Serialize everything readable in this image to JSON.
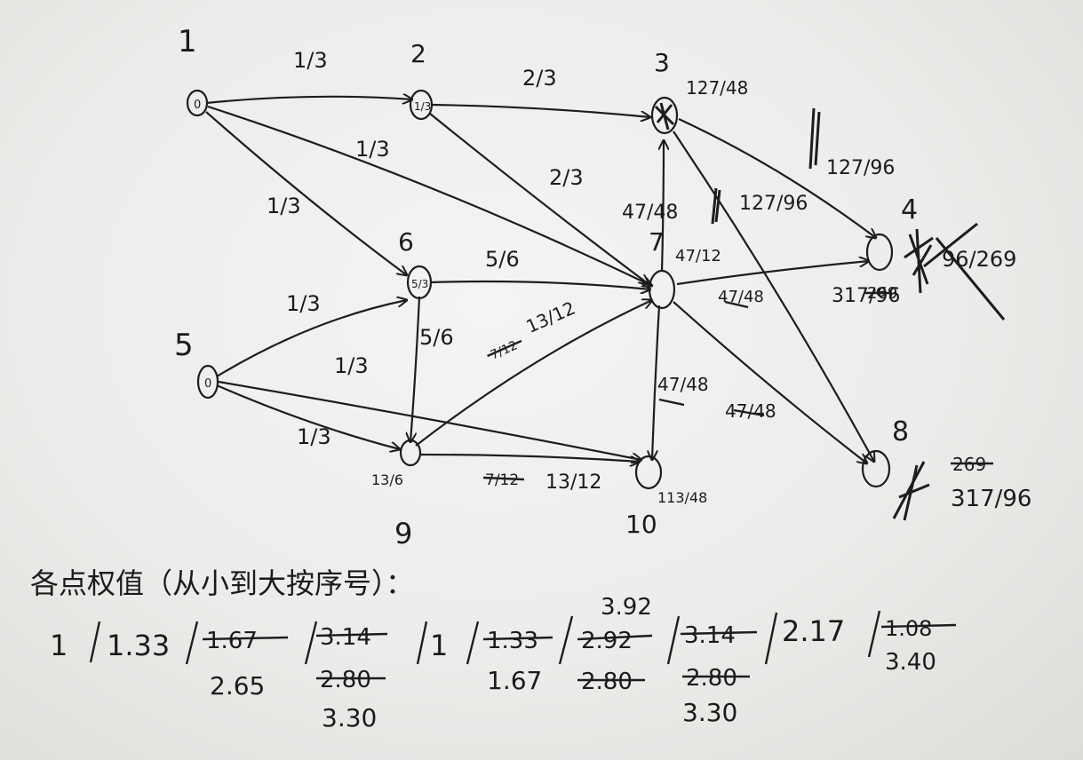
{
  "nodes": [
    {
      "id": "1",
      "label": "1",
      "value": "0"
    },
    {
      "id": "2",
      "label": "2",
      "value": "1/3"
    },
    {
      "id": "3",
      "label": "3",
      "value": "127/48"
    },
    {
      "id": "4",
      "label": "4",
      "value": "317/96"
    },
    {
      "id": "5",
      "label": "5",
      "value": "0"
    },
    {
      "id": "6",
      "label": "6",
      "value": "5/3"
    },
    {
      "id": "7",
      "label": "7",
      "value": "47/12"
    },
    {
      "id": "8",
      "label": "8",
      "value": "317/96"
    },
    {
      "id": "9",
      "label": "9",
      "value": "13/6"
    },
    {
      "id": "10",
      "label": "10",
      "value": "113/48"
    }
  ],
  "edges": [
    {
      "from": "1",
      "to": "2",
      "weight": "1/3"
    },
    {
      "from": "1",
      "to": "7",
      "weight": "1/3"
    },
    {
      "from": "1",
      "to": "6",
      "weight": "1/3"
    },
    {
      "from": "2",
      "to": "3",
      "weight": "2/3"
    },
    {
      "from": "2",
      "to": "7",
      "weight": "2/3"
    },
    {
      "from": "6",
      "to": "7",
      "weight": "5/6"
    },
    {
      "from": "6",
      "to": "9",
      "weight": "5/6"
    },
    {
      "from": "5",
      "to": "6",
      "weight": "1/3"
    },
    {
      "from": "5",
      "to": "10",
      "weight": "1/3"
    },
    {
      "from": "5",
      "to": "9",
      "weight": "1/3"
    },
    {
      "from": "9",
      "to": "7",
      "weight": "13/12",
      "crossed": "7/12"
    },
    {
      "from": "9",
      "to": "10",
      "weight": "13/12",
      "crossed": "7/12"
    },
    {
      "from": "7",
      "to": "3",
      "weight": "47/48"
    },
    {
      "from": "7",
      "to": "4",
      "weight": "47/48"
    },
    {
      "from": "7",
      "to": "10",
      "weight": "47/48"
    },
    {
      "from": "7",
      "to": "8",
      "weight": "47/48"
    },
    {
      "from": "3",
      "to": "4",
      "weight": "127/96"
    },
    {
      "from": "3",
      "to": "8",
      "weight": "127/96"
    }
  ],
  "annotations": {
    "node3_value": "127/48",
    "node7_value": "47/12",
    "node9_value": "13/6",
    "node10_value": "113/48",
    "node4_crossed": "269",
    "node4_value": "317/96",
    "node4_scribble": "96/269",
    "node8_crossed": "269",
    "node8_value": "317/96"
  },
  "footer": {
    "heading": "各点权值（从小到大按序号）：",
    "values": [
      {
        "node": "1",
        "value": "1"
      },
      {
        "node": "2",
        "value": "1.33"
      },
      {
        "node": "3",
        "crossed": [
          "1.67"
        ],
        "value": "2.65"
      },
      {
        "node": "4",
        "crossed": [
          "3.14",
          "2.80"
        ],
        "value": "3.30"
      },
      {
        "node": "5",
        "value": "1"
      },
      {
        "node": "6",
        "crossed": [
          "1.33"
        ],
        "value": "1.67"
      },
      {
        "node": "7",
        "crossed": [
          "2.92",
          "2.80"
        ],
        "value": "3.92"
      },
      {
        "node": "8",
        "crossed": [
          "3.14",
          "2.80"
        ],
        "value": "3.30"
      },
      {
        "node": "9",
        "value": "2.17"
      },
      {
        "node": "10",
        "crossed": [
          "1.08"
        ],
        "value": "3.40"
      }
    ]
  },
  "colors": {
    "ink": "#1d1d1d",
    "paper": "#eeeeec"
  }
}
